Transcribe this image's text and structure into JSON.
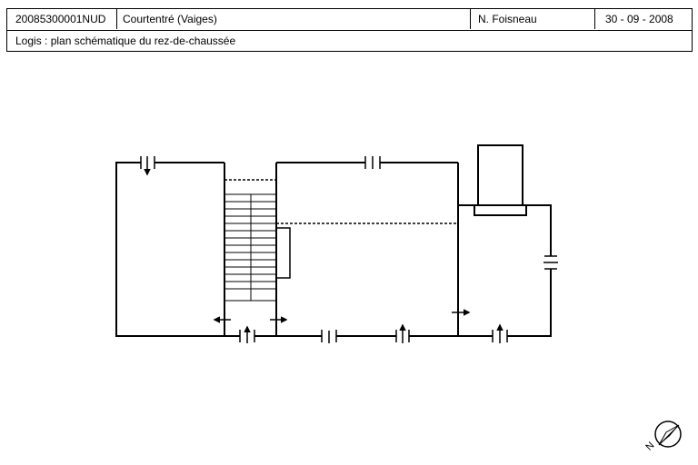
{
  "header": {
    "reference": "20085300001NUD",
    "location": "Courtentré (Vaiges)",
    "author": "N. Foisneau",
    "date": "30 - 09 - 2008",
    "caption": "Logis : plan schématique du rez-de-chaussée"
  },
  "compass": {
    "label": "N",
    "icon": "north-arrow-icon"
  },
  "colors": {
    "ink": "#000000",
    "background": "#ffffff"
  }
}
